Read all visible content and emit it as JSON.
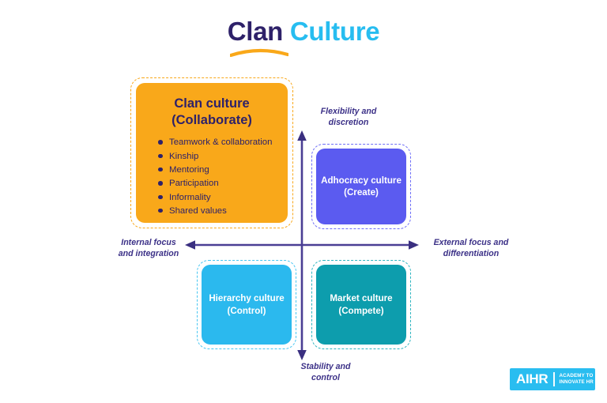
{
  "title": {
    "word_a": "Clan",
    "word_b": " Culture",
    "underline_icon": "curved-underline-swoosh",
    "color_a": "#2E2169",
    "color_b": "#27BDF0",
    "underline_color": "#F9A81A"
  },
  "diagram": {
    "type": "competing-values-framework-quadrant",
    "axes": {
      "vertical": {
        "top_label": "Flexibility and\ndiscretion",
        "top_label_line1": "Flexibility and",
        "top_label_line2": "discretion",
        "bottom_label_line1": "Stability and",
        "bottom_label_line2": "control",
        "color": "#4A3E94",
        "arrow": "double-headed"
      },
      "horizontal": {
        "left_label_line1": "Internal focus",
        "left_label_line2": "and integration",
        "right_label_line1": "External focus and",
        "right_label_line2": "differentiation",
        "color": "#4A3E94",
        "arrow": "double-headed"
      }
    },
    "quadrants": [
      {
        "id": "clan",
        "position": "top-left",
        "title_line1": "Clan culture",
        "title_line2": "(Collaborate)",
        "fill": "#F9A81A",
        "text_color": "#2E2169",
        "border_style": "dashed",
        "bullets": [
          "Teamwork & collaboration",
          "Kinship",
          "Mentoring",
          "Participation",
          "Informality",
          "Shared values"
        ]
      },
      {
        "id": "adhocracy",
        "position": "top-right",
        "title_line1": "Adhocracy culture",
        "title_line2": "(Create)",
        "fill": "#5B5BF0",
        "text_color": "#FFFFFF",
        "border_style": "dashed",
        "bullets": []
      },
      {
        "id": "hierarchy",
        "position": "bottom-left",
        "title_line1": "Hierarchy culture",
        "title_line2": "(Control)",
        "fill": "#2BB9EE",
        "text_color": "#FFFFFF",
        "border_style": "dashed",
        "bullets": []
      },
      {
        "id": "market",
        "position": "bottom-right",
        "title_line1": "Market culture",
        "title_line2": "(Compete)",
        "fill": "#0D9DAD",
        "text_color": "#FFFFFF",
        "border_style": "dashed",
        "bullets": []
      }
    ]
  },
  "logo": {
    "mark": "AIHR",
    "tagline_line1": "ACADEMY TO",
    "tagline_line2": "INNOVATE HR",
    "background": "#29BDF0"
  }
}
